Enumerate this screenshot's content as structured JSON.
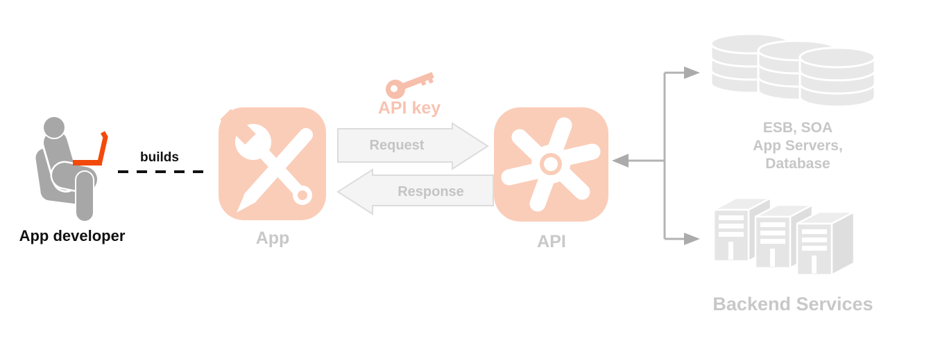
{
  "colors": {
    "icon_salmon_bg": "#facdb9",
    "key_salmon": "#f6bfab",
    "laptop_orange": "#f2490c",
    "person_gray": "#a7a7a7",
    "label_gray": "#c8c8c8",
    "label_black": "#111111",
    "flow_arrow_fill": "#f4f4f4",
    "flow_arrow_border": "#dcdcdc",
    "connector_gray": "#b3b3b3",
    "backend_fill": "#e8e8e8"
  },
  "developer": {
    "label": "App developer",
    "icon": "person-laptop-icon"
  },
  "edge_builds": {
    "label": "builds"
  },
  "app": {
    "label": "App",
    "icon": "wrench-pencil-icon"
  },
  "api_key": {
    "label": "API key",
    "icon": "key-icon"
  },
  "request_arrow": {
    "label": "Request"
  },
  "response_arrow": {
    "label": "Response"
  },
  "api": {
    "label": "API",
    "icon": "pinwheel-gear-icon"
  },
  "middleware": {
    "lines": [
      "ESB, SOA",
      "App Servers,",
      "Database"
    ],
    "icon": "database-stack-icon"
  },
  "backend": {
    "label": "Backend Services",
    "icon": "server-rack-icon"
  }
}
